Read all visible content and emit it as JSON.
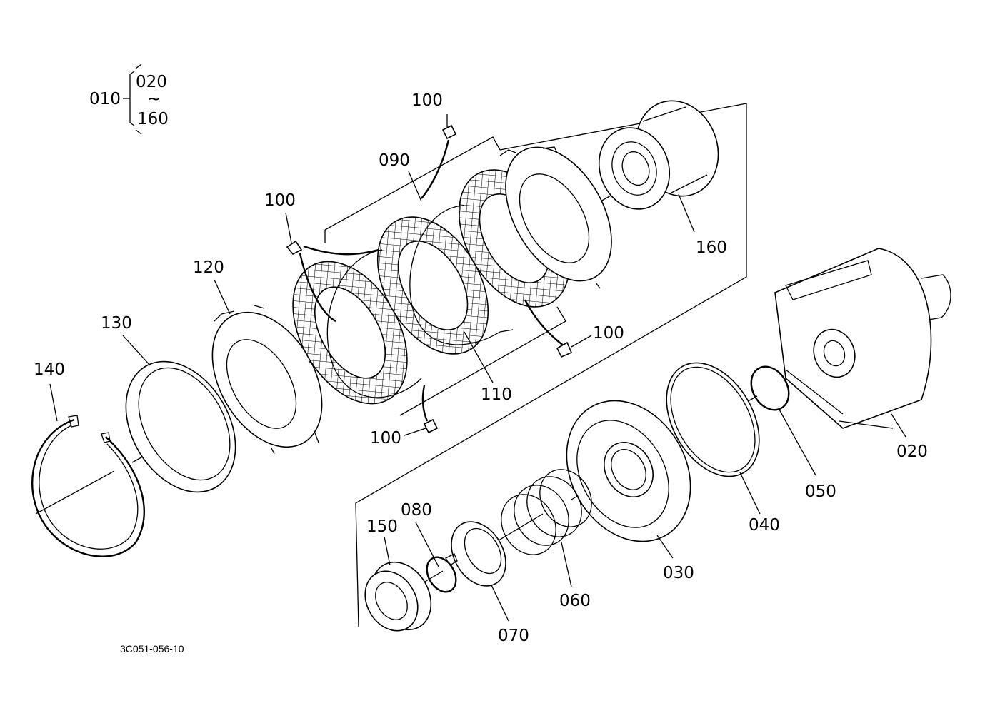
{
  "diagram": {
    "reference_code": "3C051-056-10",
    "assembly": {
      "label": "010",
      "range_start": "020",
      "range_sep": "~",
      "range_end": "160"
    },
    "callouts": [
      {
        "id": "c020",
        "label": "020"
      },
      {
        "id": "c030",
        "label": "030"
      },
      {
        "id": "c040",
        "label": "040"
      },
      {
        "id": "c050",
        "label": "050"
      },
      {
        "id": "c060",
        "label": "060"
      },
      {
        "id": "c070",
        "label": "070"
      },
      {
        "id": "c080",
        "label": "080"
      },
      {
        "id": "c090",
        "label": "090"
      },
      {
        "id": "c100a",
        "label": "100"
      },
      {
        "id": "c100b",
        "label": "100"
      },
      {
        "id": "c100c",
        "label": "100"
      },
      {
        "id": "c100d",
        "label": "100"
      },
      {
        "id": "c110",
        "label": "110"
      },
      {
        "id": "c120",
        "label": "120"
      },
      {
        "id": "c130",
        "label": "130"
      },
      {
        "id": "c140",
        "label": "140"
      },
      {
        "id": "c150",
        "label": "150"
      },
      {
        "id": "c160",
        "label": "160"
      }
    ]
  }
}
